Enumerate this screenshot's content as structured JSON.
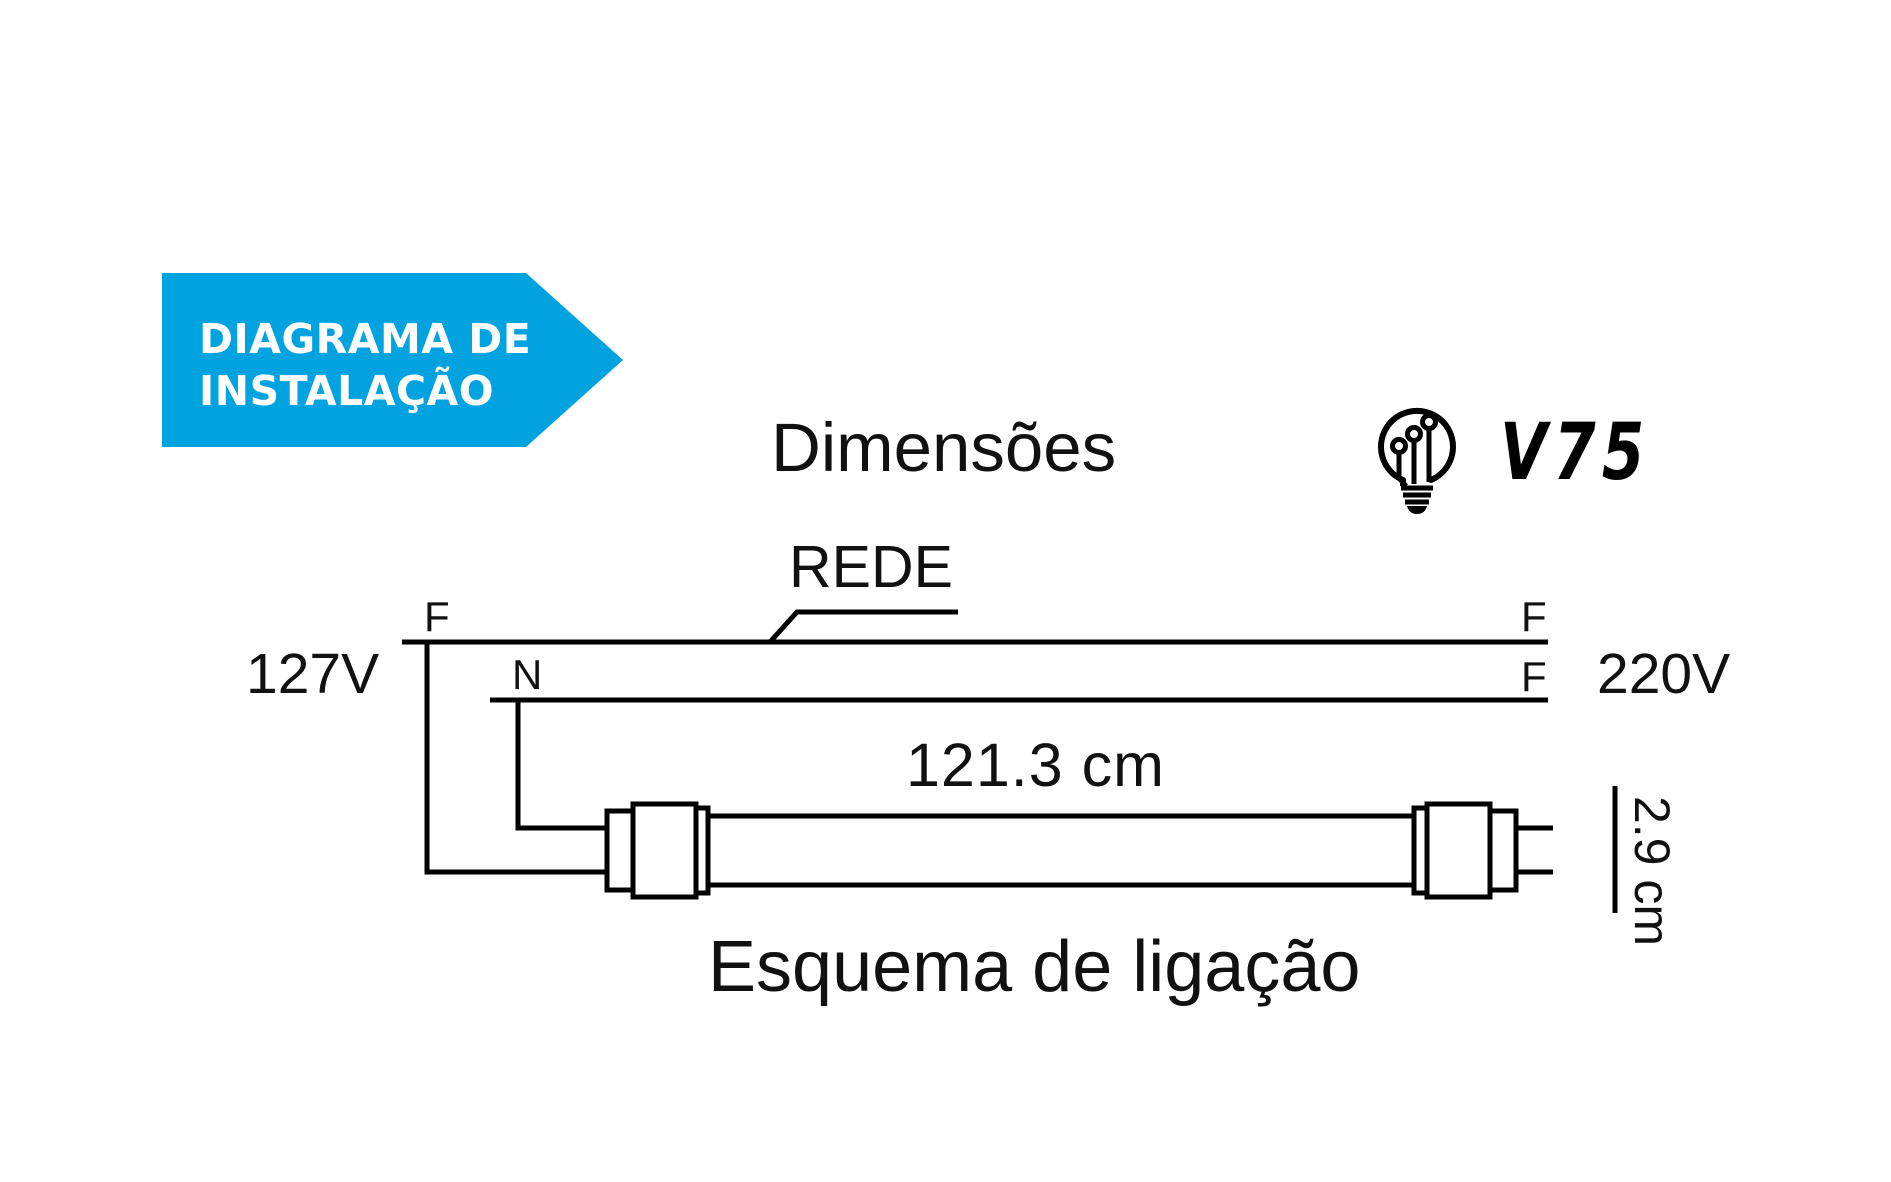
{
  "banner": {
    "line1": "DIAGRAMA DE",
    "line2": "INSTALAÇÃO",
    "color": "#00A3E0",
    "text_color": "#FFFFFF"
  },
  "logo": {
    "icon": "lightbulb-circuit-icon",
    "text": "V75"
  },
  "diagram": {
    "title": "Dimensões",
    "network_label": "REDE",
    "left_voltage": "127V",
    "right_voltage": "220V",
    "left_wire_top_label": "F",
    "left_wire_bottom_label": "N",
    "right_wire_top_label": "F",
    "right_wire_bottom_label": "F",
    "tube_length": "121.3 cm",
    "tube_diameter": "2.9 cm",
    "caption": "Esquema de ligação",
    "line_color": "#000000"
  }
}
